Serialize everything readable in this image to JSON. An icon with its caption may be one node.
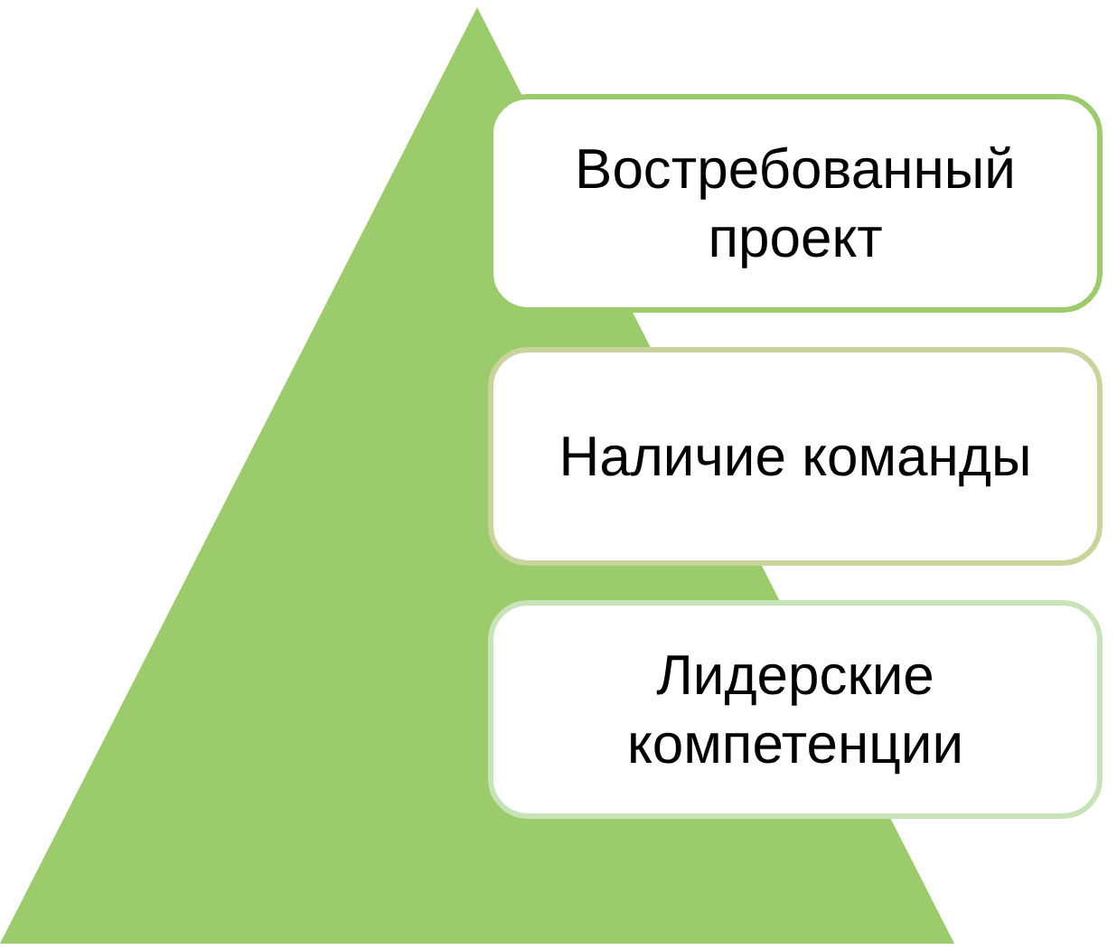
{
  "diagram": {
    "nodes": [
      {
        "text": [],
        "shape": "triangle"
      },
      {
        "text": [
          "Востребованный проект"
        ]
      },
      {
        "text": [
          "Наличие команды"
        ]
      },
      {
        "text": [
          "Лидерские компетенции"
        ]
      }
    ]
  }
}
